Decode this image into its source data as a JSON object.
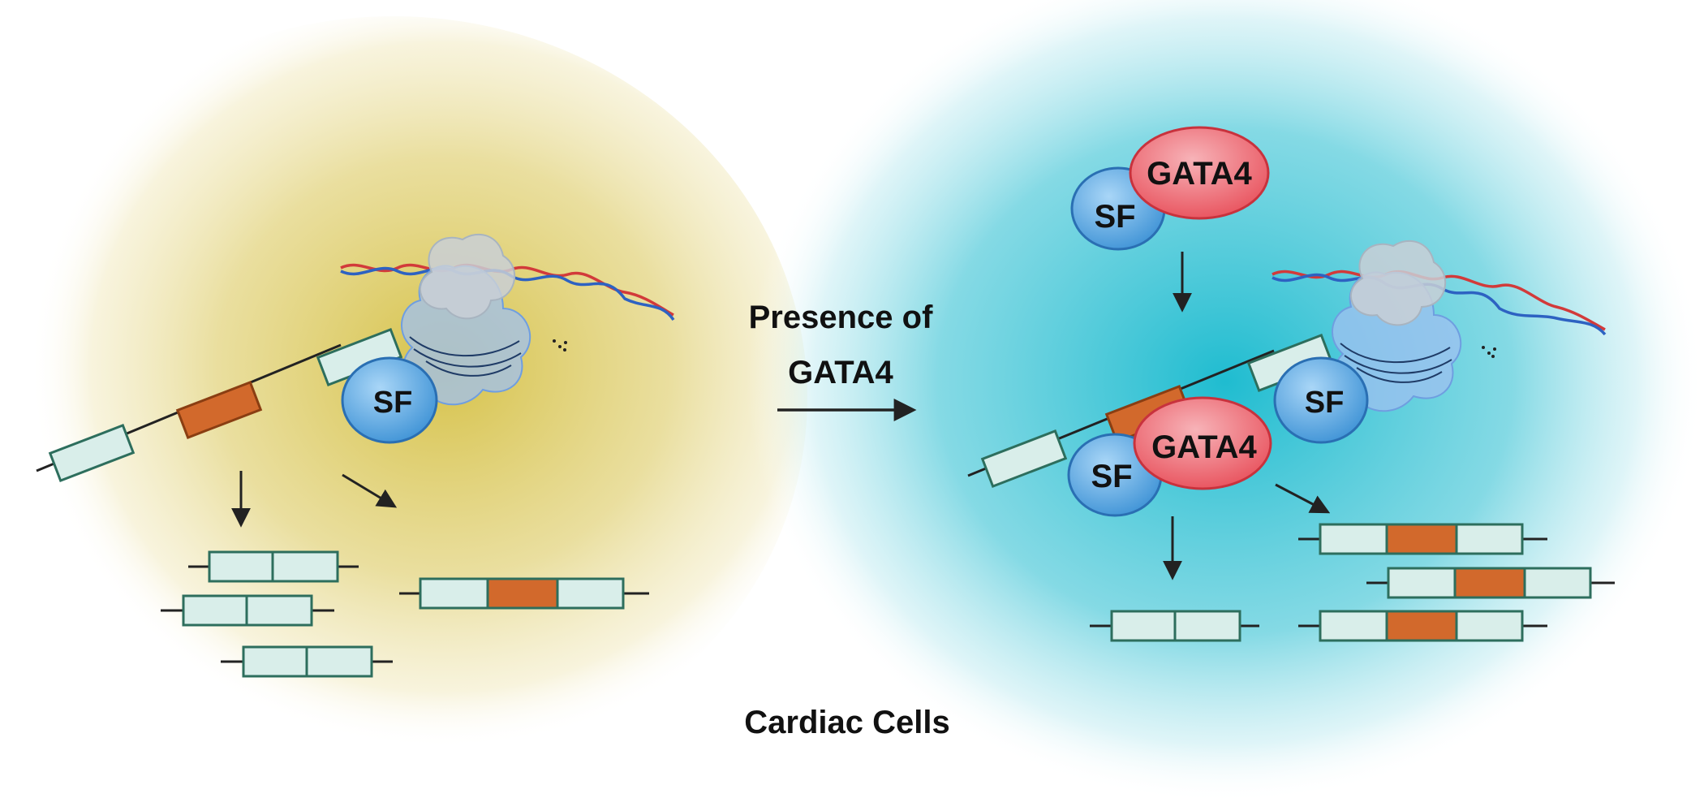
{
  "labels": {
    "splicing_factor": "SF",
    "gata4": "GATA4",
    "transition_line1": "Presence of",
    "transition_line2": "GATA4",
    "caption": "Cardiac Cells"
  },
  "colors": {
    "left_cell": "#d6c24a",
    "right_cell": "#1fbcd0",
    "exon_constitutive": "#d9eeea",
    "exon_border": "#2d6e5d",
    "exon_alternative": "#d2692c",
    "splicing_factor": "#3f93d6",
    "gata4": "#e8505b",
    "polymerase": "#a9c8f2",
    "rna_strand_red": "#d23a3a",
    "rna_strand_blue": "#2d62c2",
    "arrow": "#222222"
  },
  "icons": [
    "rna-polymerase-icon",
    "dna-helix-icon",
    "splicing-factor-icon",
    "gata4-protein-icon"
  ]
}
